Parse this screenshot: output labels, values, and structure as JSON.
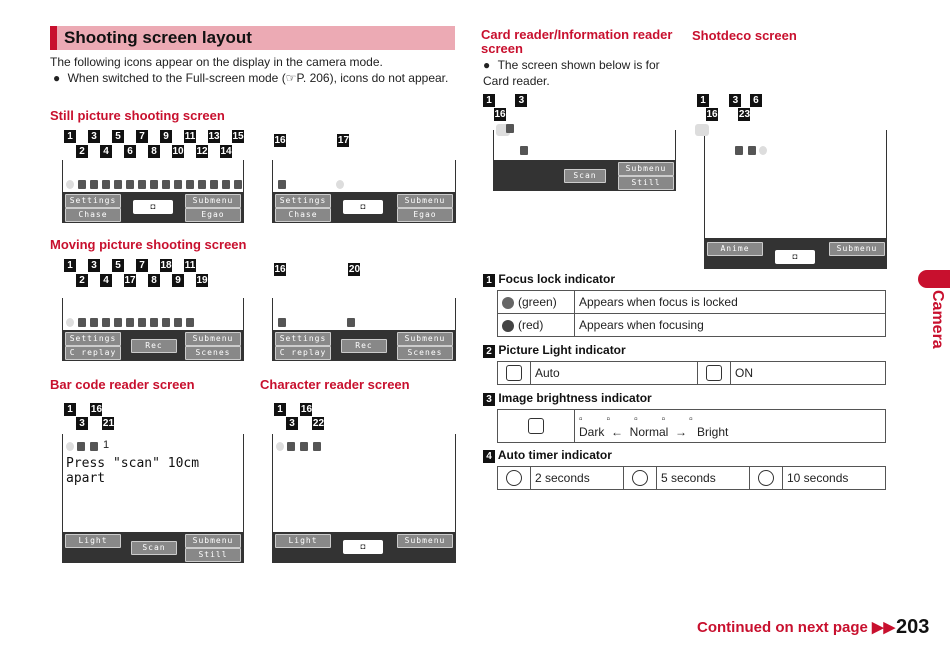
{
  "title": "Shooting screen layout",
  "intro": "The following icons appear on the display in the camera mode.",
  "intro_bullet": "When switched to the Full-screen mode (☞P. 206), icons do not appear.",
  "sections": {
    "still": "Still picture shooting screen",
    "moving": "Moving picture shooting screen",
    "barcode": "Bar code reader screen",
    "character": "Character reader screen",
    "card": "Card reader/Information reader screen",
    "card_bullet": "The screen shown below is for Card reader.",
    "shotdeco": "Shotdeco screen"
  },
  "still_nums_top": [
    "1",
    "3",
    "5",
    "7",
    "9",
    "11",
    "13",
    "15"
  ],
  "still_nums_bot": [
    "2",
    "4",
    "6",
    "8",
    "10",
    "12",
    "14"
  ],
  "still2_nums": [
    "16",
    "17"
  ],
  "moving_nums_top": [
    "1",
    "3",
    "5",
    "7",
    "18",
    "11"
  ],
  "moving_nums_bot": [
    "2",
    "4",
    "17",
    "8",
    "9",
    "19"
  ],
  "moving2_nums": [
    "16",
    "20"
  ],
  "barcode_nums": [
    "1",
    "16",
    "3",
    "21"
  ],
  "char_nums": [
    "1",
    "16",
    "3",
    "22"
  ],
  "card_nums": [
    "1",
    "3",
    "16"
  ],
  "shotdeco_nums": [
    "1",
    "3",
    "6",
    "16",
    "23"
  ],
  "softkeys": {
    "settings": "Settings",
    "submenu": "Submenu",
    "chase": "Chase",
    "egao": "Egao",
    "c_replay": "C replay",
    "scenes": "Scenes",
    "rec": "Rec",
    "light": "Light",
    "scan": "Scan",
    "still": "Still",
    "anime": "Anime"
  },
  "barcode_press": "Press \"scan\" 10cm apart",
  "barcode_one": "1",
  "right": {
    "focus_h": "Focus lock indicator",
    "focus_rows": [
      {
        "label": "(green)",
        "desc": "Appears when focus is locked"
      },
      {
        "label": "(red)",
        "desc": "Appears when focusing"
      }
    ],
    "light_h": "Picture Light indicator",
    "light_auto": "Auto",
    "light_on": "ON",
    "bright_h": "Image brightness indicator",
    "bright_scale": "Dark  ←  Normal  →   Bright",
    "timer_h": "Auto timer indicator",
    "timer": [
      "2 seconds",
      "5 seconds",
      "10 seconds"
    ],
    "nums": [
      "1",
      "2",
      "3",
      "4"
    ]
  },
  "side_tab": "Camera",
  "continued": "Continued on next page",
  "page_number": "203",
  "colors": {
    "accent": "#c8102e",
    "title_bg": "#ecaab4"
  }
}
